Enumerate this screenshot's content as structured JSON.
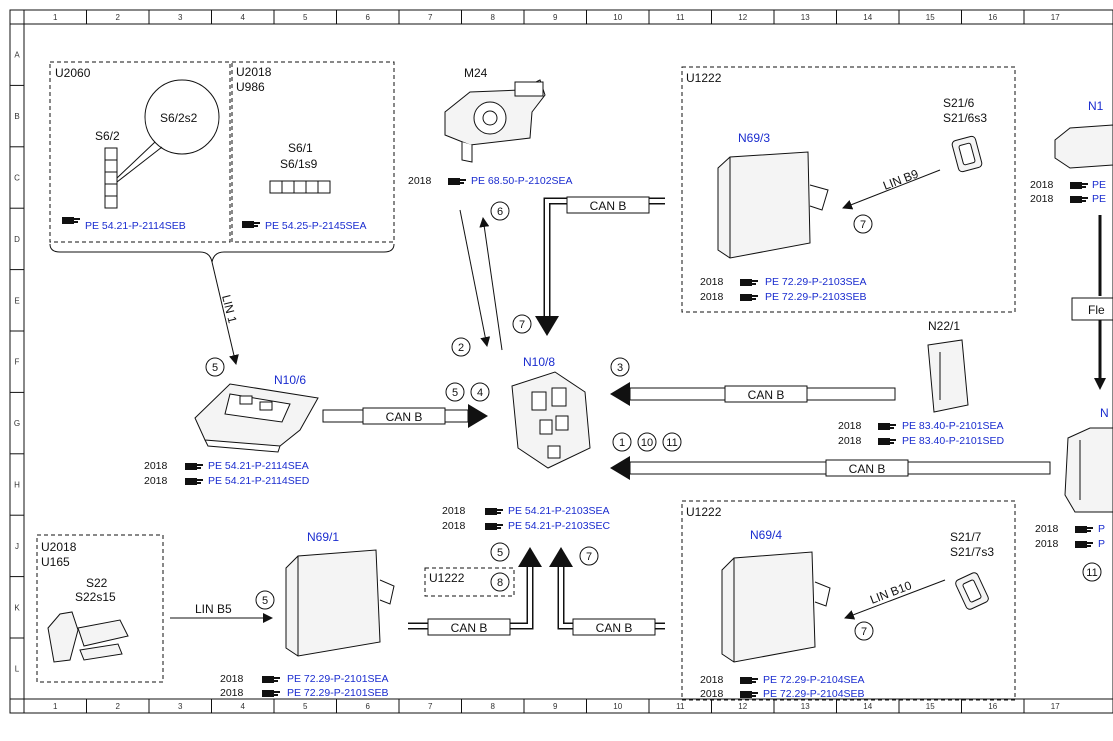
{
  "grid": {
    "columns": [
      "1",
      "2",
      "3",
      "4",
      "5",
      "6",
      "7",
      "8",
      "9",
      "10",
      "11",
      "12",
      "13",
      "14",
      "15",
      "16",
      "17"
    ],
    "rows": [
      "A",
      "B",
      "C",
      "D",
      "E",
      "F",
      "G",
      "H",
      "J",
      "K",
      "L"
    ]
  },
  "groups": {
    "u2060": "U2060",
    "u2018_top": [
      "U2018",
      "U986"
    ],
    "u1222_top": "U1222",
    "u1222_bottom": "U1222",
    "u2018_left": [
      "U2018",
      "U165"
    ],
    "u1222_small": "U1222"
  },
  "components": {
    "s6_2": "S6/2",
    "s6_2s2": "S6/2s2",
    "s6_1": [
      "S6/1",
      "S6/1s9"
    ],
    "m24": "M24",
    "n69_3": "N69/3",
    "s21_6": [
      "S21/6",
      "S21/6s3"
    ],
    "n10_6": "N10/6",
    "n10_8": "N10/8",
    "n22_1": "N22/1",
    "n69_1": "N69/1",
    "s22": [
      "S22",
      "S22s15"
    ],
    "n69_4": "N69/4",
    "s21_7": [
      "S21/7",
      "S21/7s3"
    ],
    "n1_partial": "N1",
    "n_partial": "N",
    "fle_partial": "Fle"
  },
  "buses": {
    "can_b": "CAN B",
    "lin_1": "LIN 1",
    "lin_b9": "LIN B9",
    "lin_b5": "LIN B5",
    "lin_b10": "LIN B10"
  },
  "markers": {
    "m5": "5",
    "m6": "6",
    "m7": "7",
    "m2": "2",
    "m4": "4",
    "m3": "3",
    "m1": "1",
    "m10": "10",
    "m11": "11",
    "m8": "8"
  },
  "references": {
    "s6_2": {
      "code": "PE 54.21-P-2114SEB"
    },
    "s6_1": {
      "code": "PE 54.25-P-2145SEA"
    },
    "m24": {
      "year": "2018",
      "code": "PE 68.50-P-2102SEA"
    },
    "n69_3": [
      {
        "year": "2018",
        "code": "PE 72.29-P-2103SEA"
      },
      {
        "year": "2018",
        "code": "PE 72.29-P-2103SEB"
      }
    ],
    "n22_1": [
      {
        "year": "2018",
        "code": "PE 83.40-P-2101SEA"
      },
      {
        "year": "2018",
        "code": "PE 83.40-P-2101SED"
      }
    ],
    "n10_6": [
      {
        "year": "2018",
        "code": "PE 54.21-P-2114SEA"
      },
      {
        "year": "2018",
        "code": "PE 54.21-P-2114SED"
      }
    ],
    "n10_8": [
      {
        "year": "2018",
        "code": "PE 54.21-P-2103SEA"
      },
      {
        "year": "2018",
        "code": "PE 54.21-P-2103SEC"
      }
    ],
    "n69_1": [
      {
        "year": "2018",
        "code": "PE 72.29-P-2101SEA"
      },
      {
        "year": "2018",
        "code": "PE 72.29-P-2101SEB"
      }
    ],
    "n69_4": [
      {
        "year": "2018",
        "code": "PE 72.29-P-2104SEA"
      },
      {
        "year": "2018",
        "code": "PE 72.29-P-2104SEB"
      }
    ],
    "right_top": [
      {
        "year": "2018",
        "code": "PE"
      },
      {
        "year": "2018",
        "code": "PE"
      }
    ],
    "right_bottom": [
      {
        "year": "2018",
        "code": "P"
      },
      {
        "year": "2018",
        "code": "P"
      }
    ]
  },
  "colors": {
    "ref_blue": "#1a2ccf",
    "line": "#111111"
  },
  "icons": {
    "reference_icon": "pointing-hand-icon"
  }
}
